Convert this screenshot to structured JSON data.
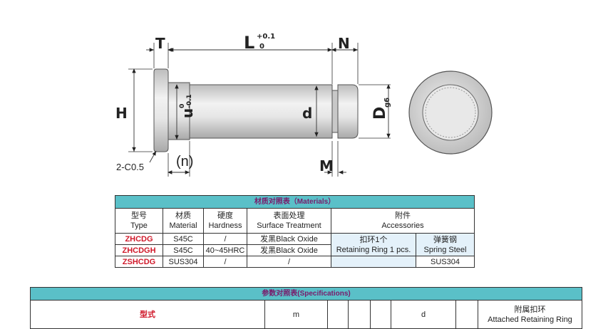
{
  "drawing": {
    "dim_T": "T",
    "dim_L": "L",
    "dim_L_upper": "+0.1",
    "dim_L_lower": "0",
    "dim_N": "N",
    "dim_H": "H",
    "dim_u": "u",
    "dim_u_upper": "0",
    "dim_u_lower": "-0.1",
    "dim_d": "d",
    "dim_D": "D",
    "dim_D_sub": "g6",
    "dim_M": "M",
    "dim_n": "(n)",
    "chamfer": "2-C0.5"
  },
  "materials": {
    "caption": "材质对照表（Materials）",
    "headers": [
      {
        "cn": "型号",
        "en": "Type"
      },
      {
        "cn": "材质",
        "en": "Material"
      },
      {
        "cn": "硬度",
        "en": "Hardness"
      },
      {
        "cn": "表面处理",
        "en": "Surface Treatment"
      },
      {
        "cn": "附件",
        "en": "Accessories"
      }
    ],
    "rows": [
      {
        "type": "ZHCDG",
        "material": "S45C",
        "hardness": "/",
        "surface": "发黑Black Oxide"
      },
      {
        "type": "ZHCDGH",
        "material": "S45C",
        "hardness": "40~45HRC",
        "surface": "发黑Black Oxide"
      },
      {
        "type": "ZSHCDG",
        "material": "SUS304",
        "hardness": "/",
        "surface": "/"
      }
    ],
    "accessory1_cn": "扣环1个",
    "accessory1_en": "Retaining Ring 1 pcs.",
    "accessory2_cn": "弹簧钢",
    "accessory2_en": "Spring Steel",
    "accessory2_sus": "SUS304"
  },
  "specs": {
    "caption": "参数对照表(Specifications)",
    "col_type": "型式",
    "col_m": "m",
    "col_d": "d",
    "col_ring_cn": "附属扣环",
    "col_ring_en": "Attached Retaining Ring"
  }
}
